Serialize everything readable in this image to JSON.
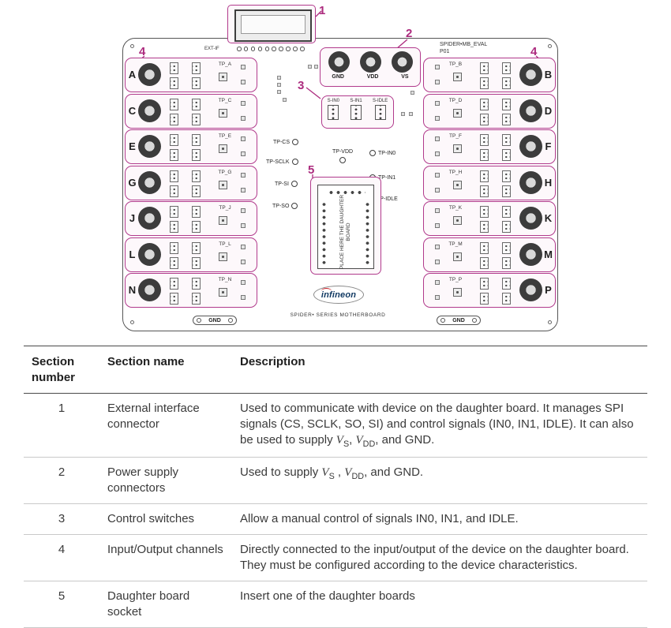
{
  "board": {
    "callouts": {
      "n1": "1",
      "n2": "2",
      "n3": "3",
      "n4_left": "4",
      "n4_right": "4",
      "n5": "5"
    },
    "ext": {
      "label": "EXT-IF"
    },
    "header": {
      "title": "SPIDER•MB_EVAL",
      "rev": "P01"
    },
    "power": {
      "labels": [
        "GND",
        "VDD",
        "VS"
      ]
    },
    "switches": {
      "labels": [
        "S-IN0",
        "S-IN1",
        "S-IDLE"
      ]
    },
    "testpoints": {
      "left": [
        "TP-CS",
        "TP-SCLK",
        "TP-SI",
        "TP-SO"
      ],
      "vdd": "TP-VDD",
      "right": [
        "TP-IN0",
        "TP-IN1",
        "TP-IDLE"
      ]
    },
    "socket_text": "PLACE HERE THE DAUGHTER BOARD",
    "channels": {
      "left": [
        {
          "letter": "A",
          "tp": "TP_A"
        },
        {
          "letter": "C",
          "tp": "TP_C"
        },
        {
          "letter": "E",
          "tp": "TP_E"
        },
        {
          "letter": "G",
          "tp": "TP_G"
        },
        {
          "letter": "J",
          "tp": "TP_J"
        },
        {
          "letter": "L",
          "tp": "TP_L"
        },
        {
          "letter": "N",
          "tp": "TP_N"
        }
      ],
      "right": [
        {
          "letter": "B",
          "tp": "TP_B"
        },
        {
          "letter": "D",
          "tp": "TP_D"
        },
        {
          "letter": "F",
          "tp": "TP_F"
        },
        {
          "letter": "H",
          "tp": "TP_H"
        },
        {
          "letter": "K",
          "tp": "TP_K"
        },
        {
          "letter": "M",
          "tp": "TP_M"
        },
        {
          "letter": "P",
          "tp": "TP_P"
        }
      ]
    },
    "logo_text": "infineon",
    "footer": "SPIDER• SERIES MOTHERBOARD",
    "gnd_label": "GND"
  },
  "table": {
    "headers": [
      "Section number",
      "Section name",
      "Description"
    ],
    "rows": [
      {
        "number": "1",
        "name": "External interface connector",
        "description_html": "Used to communicate with device on the daughter board. It manages SPI signals (CS, SCLK, SO, SI) and control signals (IN0, IN1, IDLE). It can also be used to supply <i class=\"v\">V</i><sub>S</sub>, <i class=\"v\">V</i><sub>DD</sub>, and GND."
      },
      {
        "number": "2",
        "name": "Power supply connectors",
        "description_html": "Used to supply <i class=\"v\">V</i><sub>S</sub> , <i class=\"v\">V</i><sub>DD</sub>, and GND."
      },
      {
        "number": "3",
        "name": "Control switches",
        "description_html": "Allow a manual control of signals IN0, IN1, and IDLE."
      },
      {
        "number": "4",
        "name": "Input/Output channels",
        "description_html": "Directly connected to the input/output of the device on the daughter board. They must be configured according to the device characteristics."
      },
      {
        "number": "5",
        "name": "Daughter board socket",
        "description_html": "Insert one of the daughter boards"
      }
    ]
  },
  "colors": {
    "magenta": "#b13a8c",
    "callout": "#ac2b7e"
  }
}
